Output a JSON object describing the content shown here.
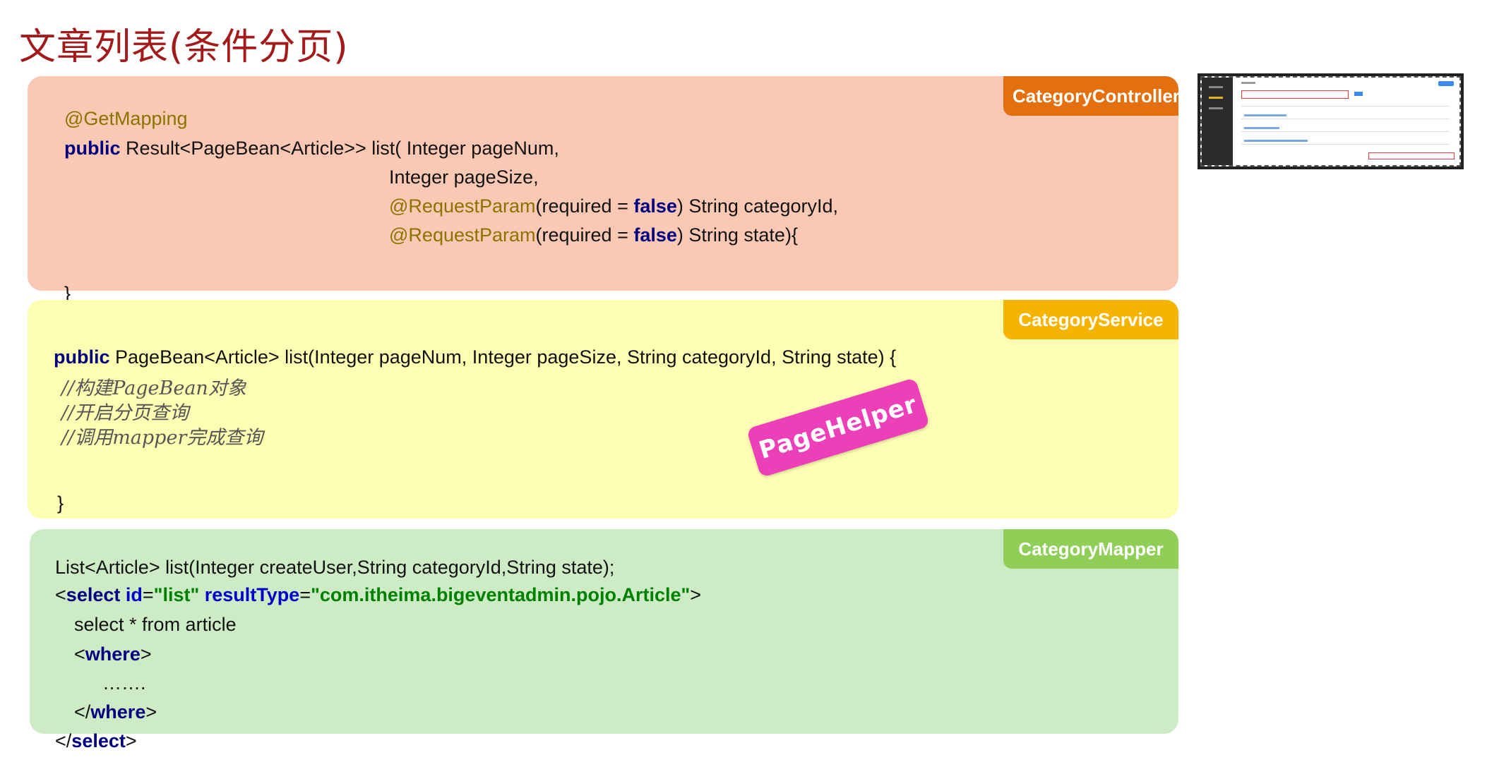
{
  "title": "文章列表(条件分页)",
  "controller": {
    "tag": "CategoryController",
    "l1_ann": "@GetMapping",
    "l2_kw": "public",
    "l2_rest": " Result<PageBean<Article>> list( Integer pageNum,",
    "l3": "Integer pageSize,",
    "l4_ann": "@RequestParam",
    "l4_a": "(required = ",
    "l4_kw": "false",
    "l4_b": ") String categoryId,",
    "l5_ann": "@RequestParam",
    "l5_a": "(required = ",
    "l5_kw": "false",
    "l5_b": ") String state){",
    "close": "}"
  },
  "service": {
    "tag": "CategoryService",
    "l1_kw": "public",
    "l1_rest": " PageBean<Article> list(Integer pageNum, Integer pageSize, String categoryId, String state) {",
    "c1": "//构建PageBean对象",
    "c2": "//开启分页查询",
    "c3": "//调用mapper完成查询",
    "close": "}",
    "stamp": "PageHelper"
  },
  "mapper": {
    "tag": "CategoryMapper",
    "l1": "List<Article> list(Integer createUser,String categoryId,String state);",
    "l2_open": "<",
    "l2_tag": "select",
    "l2_attr1": " id",
    "l2_eq1": "=",
    "l2_val1": "\"list\"",
    "l2_attr2": " resultType",
    "l2_eq2": "=",
    "l2_val2": "\"com.itheima.bigeventadmin.pojo.Article\"",
    "l2_close": ">",
    "l3": "select * from article",
    "l4_open": "<",
    "l4_tag": "where",
    "l4_close": ">",
    "l5": "…….",
    "l6_open": "</",
    "l6_tag": "where",
    "l6_close": ">",
    "l7_open": "</",
    "l7_tag": "select",
    "l7_close": ">"
  }
}
